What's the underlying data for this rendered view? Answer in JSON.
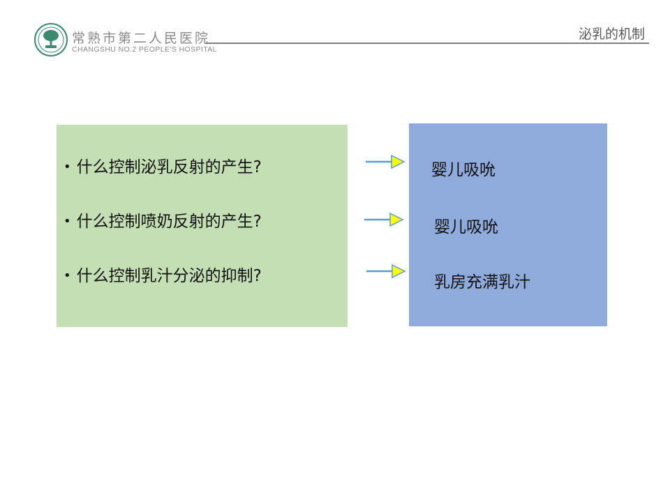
{
  "header": {
    "logo_cn": "常熟市第二人民医院",
    "logo_en": "CHANGSHU NO.2 PEOPLE'S HOSPITAL",
    "slide_title": "泌乳的机制"
  },
  "questions": [
    "什么控制泌乳反射的产生?",
    "什么控制喷奶反射的产生?",
    "什么控制乳汁分泌的抑制?"
  ],
  "answers": [
    "婴儿吸吮",
    "婴儿吸吮",
    "乳房充满乳汁"
  ],
  "colors": {
    "left_box": "#c5dfb4",
    "right_box": "#8eabdc",
    "arrow_line": "#5b9bd5",
    "arrow_head": "#ffff00"
  }
}
